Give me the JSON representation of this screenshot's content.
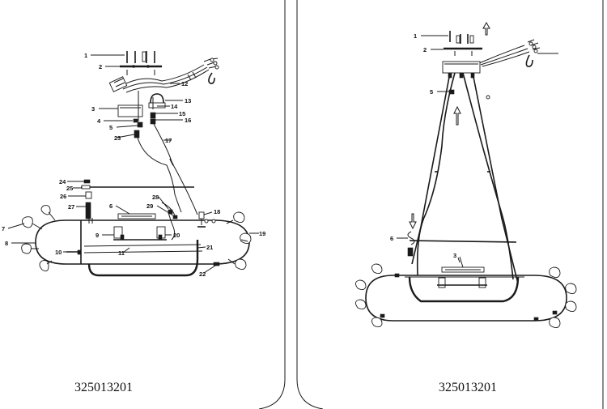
{
  "left_panel": {
    "model_code": "325013201",
    "part_labels": [
      "1",
      "2",
      "3",
      "4",
      "5",
      "6",
      "7",
      "8",
      "9",
      "10",
      "11",
      "12",
      "13",
      "14",
      "15",
      "16",
      "17",
      "18",
      "19",
      "20",
      "21",
      "22",
      "23",
      "24",
      "25",
      "26",
      "27",
      "28",
      "29"
    ]
  },
  "right_panel": {
    "model_code": "325013201",
    "part_labels": [
      "1",
      "2",
      "3",
      "5",
      "6"
    ]
  }
}
